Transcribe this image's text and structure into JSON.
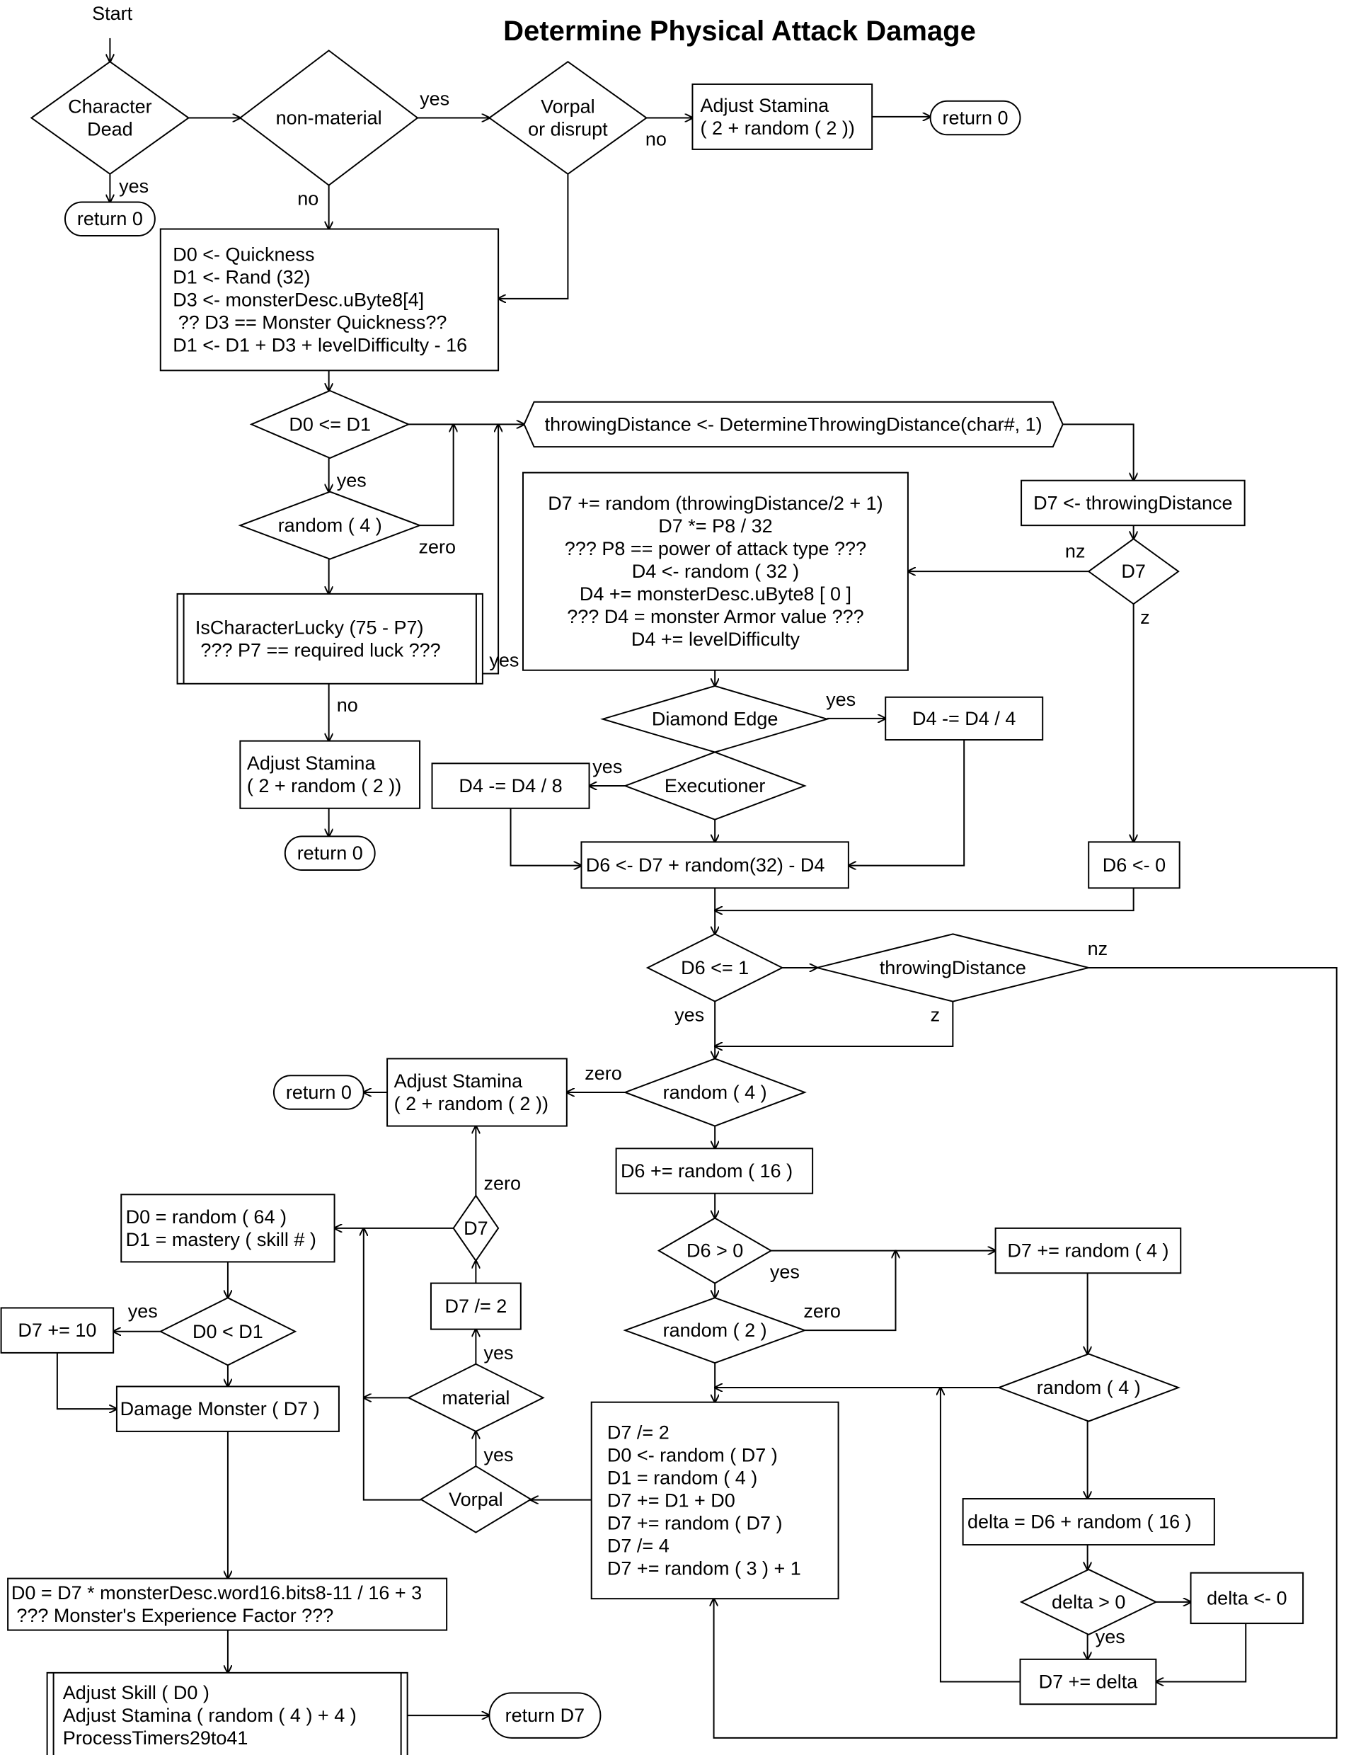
{
  "title": "Determine Physical Attack Damage",
  "nodes": {
    "start": "Start",
    "character_dead": [
      "Character",
      "Dead"
    ],
    "return0_a": "return 0",
    "non_material": "non-material",
    "vorpal_disrupt": [
      "Vorpal",
      "or disrupt"
    ],
    "adjust_stamina_a": [
      "Adjust Stamina",
      "( 2 + random ( 2 ))"
    ],
    "return0_b": "return 0",
    "init_block": [
      "D0 <- Quickness",
      "D1 <- Rand (32)",
      "D3 <- monsterDesc.uByte8[4]",
      "  ?? D3 == Monster Quickness??",
      "D1 <- D1 + D3 + levelDifficulty - 16"
    ],
    "d0_le_d1": "D0 <= D1",
    "throwing": "throwingDistance <- DetermineThrowingDistance(char#, 1)",
    "random4_a": "random ( 4 )",
    "lucky": [
      "IsCharacterLucky (75 - P7)",
      "  ??? P7 == required luck ???"
    ],
    "adjust_stamina_b": [
      "Adjust Stamina",
      "( 2 + random ( 2 ))"
    ],
    "return0_c": "return 0",
    "d7_calc": [
      "D7 += random (throwingDistance/2 + 1)",
      "D7 *= P8 / 32",
      "??? P8 == power of attack type ???",
      "D4 <- random ( 32 )",
      "D4 += monsterDesc.uByte8 [ 0 ]",
      "??? D4 = monster Armor value ???",
      "D4 += levelDifficulty"
    ],
    "d7_throw": "D7 <- throwingDistance",
    "d7_test_a": "D7",
    "diamond_edge": "Diamond Edge",
    "d4_div4": "D4 -= D4 / 4",
    "executioner": "Executioner",
    "d4_div8": "D4 -= D4 / 8",
    "d6_calc": "D6 <- D7 + random(32) - D4",
    "d6_zero": "D6 <- 0",
    "d6_le_1": "D6 <= 1",
    "throwing_test": "throwingDistance",
    "random4_b": "random ( 4 )",
    "adjust_stamina_c": [
      "Adjust Stamina",
      "( 2 + random ( 2 ))"
    ],
    "return0_d": "return 0",
    "d6_add": "D6 += random ( 16 )",
    "d6_gt_0": "D6 > 0",
    "d7_add4": "D7 += random ( 4 )",
    "random2": "random ( 2 )",
    "random4_c": "random ( 4 )",
    "d7_block": [
      "D7 /= 2",
      "D0 <- random ( D7 )",
      "D1 = random ( 4 )",
      "D7 += D1 + D0",
      "D7 += random ( D7 )",
      "D7 /= 4",
      "D7 += random ( 3 ) + 1"
    ],
    "delta_calc": "delta = D6 + random ( 16 )",
    "delta_gt_0": "delta > 0",
    "delta_zero": "delta <- 0",
    "d7_add_delta": "D7 += delta",
    "vorpal": "Vorpal",
    "material": "material",
    "d7_div2": "D7 /= 2",
    "d7_test_b": "D7",
    "d0_d1_mastery": [
      "D0 = random ( 64 )",
      "D1 = mastery ( skill # )"
    ],
    "d0_lt_d1": "D0 < D1",
    "d7_add10": "D7 += 10",
    "damage": "Damage Monster ( D7 )",
    "exp": [
      "D0 = D7 * monsterDesc.word16.bits8-11 / 16 + 3",
      "     ??? Monster's Experience Factor ???"
    ],
    "final": [
      "Adjust Skill ( D0 )",
      "Adjust Stamina ( random ( 4 ) + 4 )",
      "ProcessTimers29to41"
    ],
    "return_d7": "return D7"
  },
  "edge_labels": {
    "dead_yes": "yes",
    "nonmat_yes": "yes",
    "nonmat_no": "no",
    "vorpal_no": "no",
    "d0le_yes": "yes",
    "rand4a_zero": "zero",
    "lucky_yes": "yes",
    "lucky_no": "no",
    "d7a_nz": "nz",
    "d7a_z": "z",
    "diamond_yes": "yes",
    "exec_yes": "yes",
    "d6le_yes": "yes",
    "throw_nz": "nz",
    "throw_z": "z",
    "rand4b_zero": "zero",
    "d6gt_yes": "yes",
    "rand2_zero": "zero",
    "delta_yes": "yes",
    "d7b_zero": "zero",
    "material_yes": "yes",
    "vorpal_yes": "yes",
    "d0lt_yes": "yes"
  }
}
